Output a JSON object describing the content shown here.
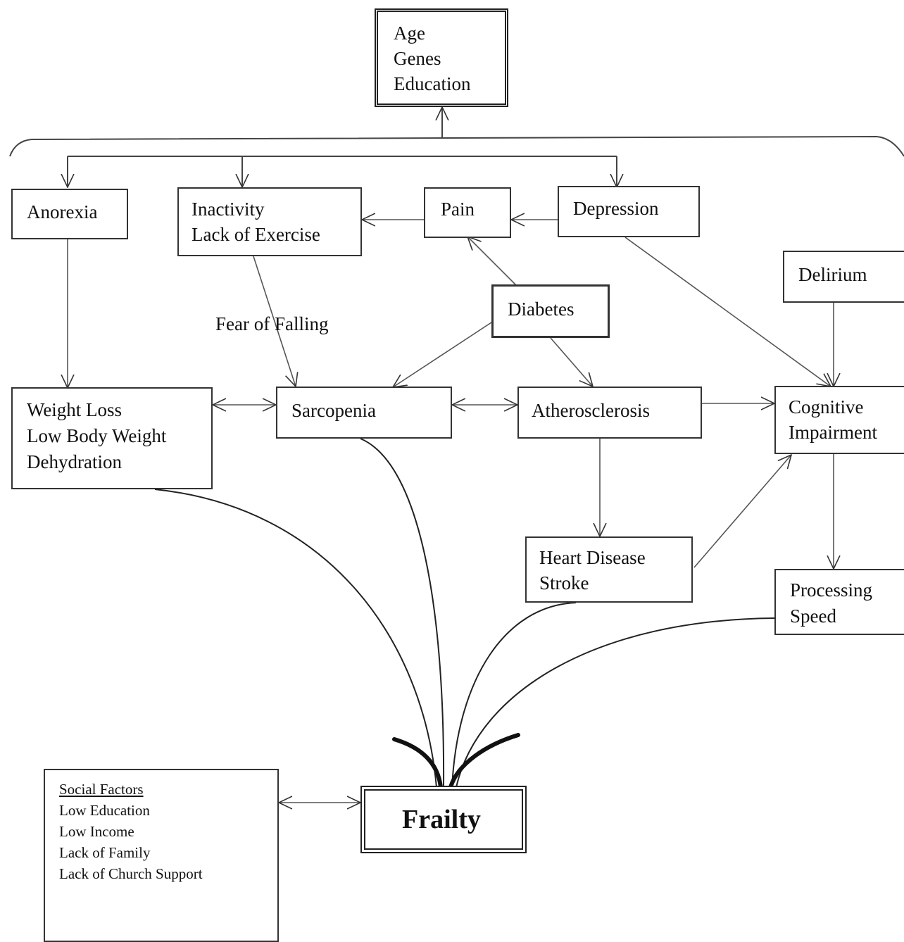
{
  "nodes": {
    "age_genes_education": [
      "Age",
      "Genes",
      "Education"
    ],
    "anorexia": "Anorexia",
    "inactivity": [
      "Inactivity",
      "Lack of Exercise"
    ],
    "pain": "Pain",
    "depression": "Depression",
    "delirium": "Delirium",
    "diabetes": "Diabetes",
    "weight_loss": [
      "Weight Loss",
      "Low Body Weight",
      "Dehydration"
    ],
    "sarcopenia": "Sarcopenia",
    "atherosclerosis": "Atherosclerosis",
    "cognitive_impairment": [
      "Cognitive",
      "Impairment"
    ],
    "heart_disease": [
      "Heart Disease",
      "Stroke"
    ],
    "processing_speed": [
      "Processing",
      "Speed"
    ],
    "frailty": "Frailty",
    "social_factors": {
      "title": "Social Factors",
      "items": [
        "Low Education",
        "Low Income",
        "Lack of Family",
        "Lack of Church Support"
      ]
    }
  },
  "edge_labels": {
    "fear_of_falling": "Fear of Falling"
  }
}
